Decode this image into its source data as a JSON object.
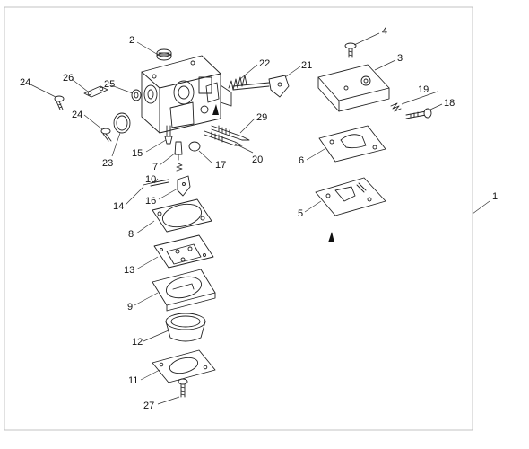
{
  "diagram": {
    "callouts": {
      "c1": "1",
      "c2": "2",
      "c3": "3",
      "c4": "4",
      "c5": "5",
      "c6": "6",
      "c7": "7",
      "c8": "8",
      "c9": "9",
      "c10": "10",
      "c11": "11",
      "c12": "12",
      "c13": "13",
      "c14": "14",
      "c15": "15",
      "c16": "16",
      "c17": "17",
      "c18": "18",
      "c19": "19",
      "c20": "20",
      "c21": "21",
      "c22": "22",
      "c23": "23",
      "c24a": "24",
      "c24b": "24",
      "c25": "25",
      "c26": "26",
      "c27": "27",
      "c29": "29"
    }
  }
}
